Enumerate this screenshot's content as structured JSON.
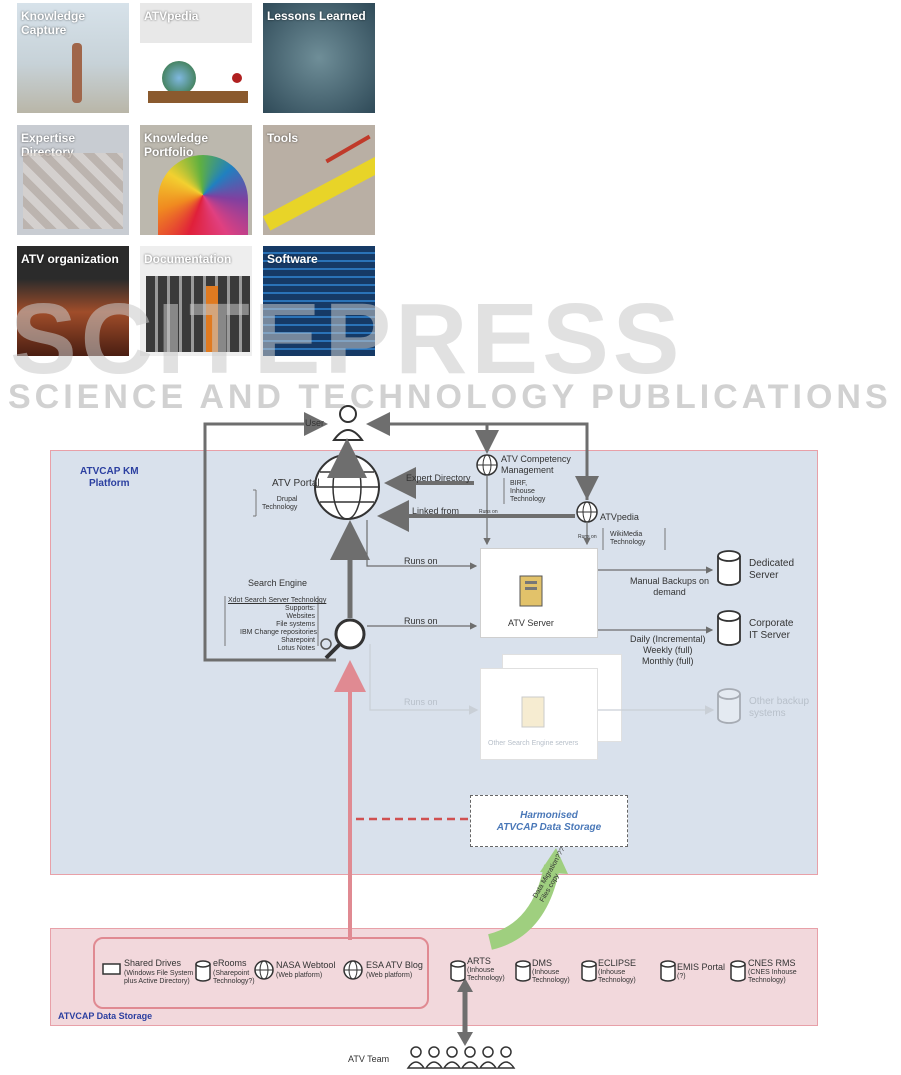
{
  "tiles": [
    {
      "label": "Knowledge Capture",
      "bg": "#cfd8de"
    },
    {
      "label": "ATVpedia",
      "bg": "#ececec"
    },
    {
      "label": "Lessons Learned",
      "bg": "#4f6d7d"
    },
    {
      "label": "Expertise Directory",
      "bg": "#9fa9b8"
    },
    {
      "label": "Knowledge Portfolio",
      "bg": "#b7b3a8"
    },
    {
      "label": "Tools",
      "bg": "#b8aea2"
    },
    {
      "label": "ATV organization",
      "bg": "#5a2e22"
    },
    {
      "label": "Documentation",
      "bg": "#d8d8d8"
    },
    {
      "label": "Software",
      "bg": "#1b3e6e"
    }
  ],
  "watermark": {
    "line1": "SCITEPRESS",
    "line2": "SCIENCE AND TECHNOLOGY PUBLICATIONS"
  },
  "diagram": {
    "user": "User",
    "platform_title": "ATVCAP KM\nPlatform",
    "atv_portal": "ATV Portal",
    "portal_tech": "Drupal\nTechnology",
    "competency": "ATV Competency\nManagement",
    "competency_tech": "BIRF,\nInhouse\nTechnology",
    "runs_on_small": "Runs on",
    "expert_directory": "Expert Directory",
    "linked_from": "Linked from",
    "atvpedia": "ATVpedia",
    "atvpedia_tech": "WikiMedia\nTechnology",
    "runs_on_1": "Runs on",
    "runs_on_2": "Runs on",
    "runs_on_3": "Runs on",
    "search_engine": "Search Engine",
    "search_tech_title": "Xdot Search Server Technology",
    "search_tech_body": "Supports:\nWebsites\nFile systems\nIBM Change repositories\nSharepoint\nLotus Notes",
    "atv_server": "ATV Server",
    "other_servers": "Other Search Engine servers",
    "manual_backups": "Manual Backups on\ndemand",
    "dedicated_server": "Dedicated\nServer",
    "schedule": "Daily (Incremental)\nWeekly (full)\nMonthly (full)",
    "corporate_it": "Corporate\nIT Server",
    "other_backup": "Other backup\nsystems",
    "harmonised": "Harmonised\nATVCAP Data Storage",
    "migration": "Data Migration???\nFiles copy",
    "storage_title": "ATVCAP Data Storage",
    "atv_team": "ATV Team",
    "sources": [
      {
        "name": "Shared Drives",
        "tech": "(Windows File System\nplus Active Directory)"
      },
      {
        "name": "eRooms",
        "tech": "(Sharepoint\nTechnology?)"
      },
      {
        "name": "NASA Webtool",
        "tech": "(Web platform)"
      },
      {
        "name": "ESA ATV Blog",
        "tech": "(Web platform)"
      },
      {
        "name": "ARTS",
        "tech": "(Inhouse\nTechnology)"
      },
      {
        "name": "DMS",
        "tech": "(Inhouse\nTechnology)"
      },
      {
        "name": "ECLIPSE",
        "tech": "(Inhouse\nTechnology)"
      },
      {
        "name": "EMIS Portal",
        "tech": "(?)"
      },
      {
        "name": "CNES RMS",
        "tech": "(CNES Inhouse\nTechnology)"
      }
    ]
  }
}
